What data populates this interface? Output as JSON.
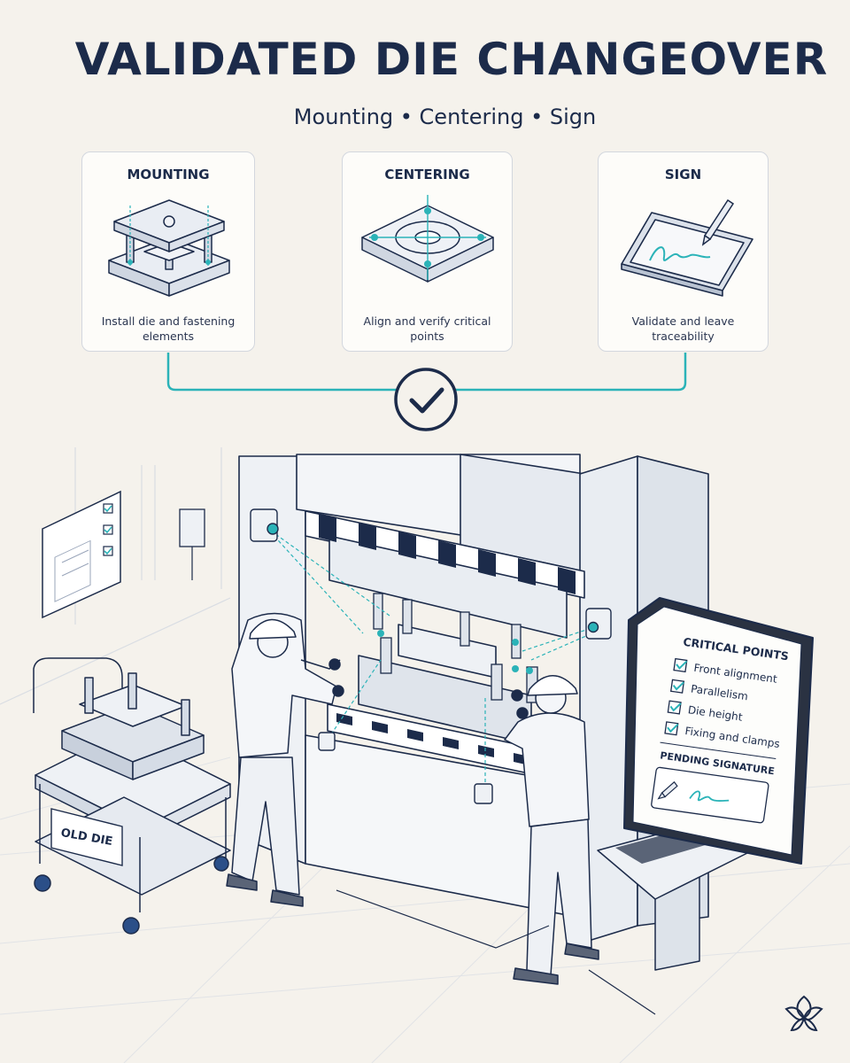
{
  "header": {
    "title": "VALIDATED DIE CHANGEOVER",
    "subtitle": "Mounting • Centering • Sign"
  },
  "steps": [
    {
      "title": "MOUNTING",
      "description": "Install die and fastening elements",
      "icon": "die-set-icon"
    },
    {
      "title": "CENTERING",
      "description": "Align and verify critical points",
      "icon": "centering-plate-icon"
    },
    {
      "title": "SIGN",
      "description": "Validate and leave traceability",
      "icon": "signature-tablet-icon"
    }
  ],
  "connector": {
    "icon": "checkmark-icon"
  },
  "scene": {
    "cart_label": "OLD DIE",
    "terminal": {
      "heading": "CRITICAL POINTS",
      "checklist": [
        "Front alignment",
        "Parallelism",
        "Die height",
        "Fixing and clamps"
      ],
      "signature_heading": "PENDING SIGNATURE"
    }
  },
  "colors": {
    "navy": "#1c2b4a",
    "accent": "#2bb3b8",
    "background": "#f5f2ec"
  },
  "logo": {
    "icon": "flower-logo-icon"
  }
}
